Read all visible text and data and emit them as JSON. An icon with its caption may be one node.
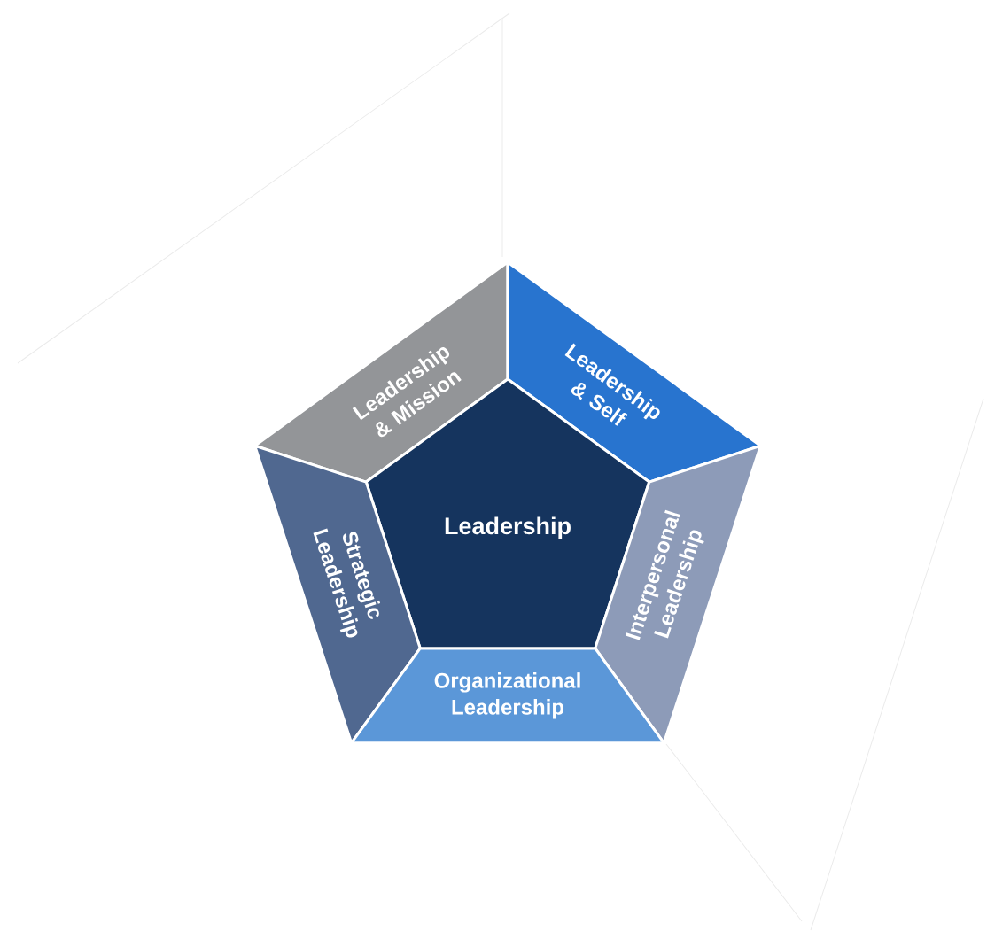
{
  "diagram": {
    "nodes": [
      {
        "text": [
          "Leadership & Mission"
        ]
      },
      {
        "text": [
          "Leadership & Self"
        ]
      },
      {
        "text": [
          "Leadership"
        ]
      },
      {
        "text": [
          "Strategic Leadership"
        ]
      },
      {
        "text": [
          "Interpersonal Leadership"
        ]
      },
      {
        "text": [
          "Organizational Leadership"
        ]
      }
    ]
  }
}
